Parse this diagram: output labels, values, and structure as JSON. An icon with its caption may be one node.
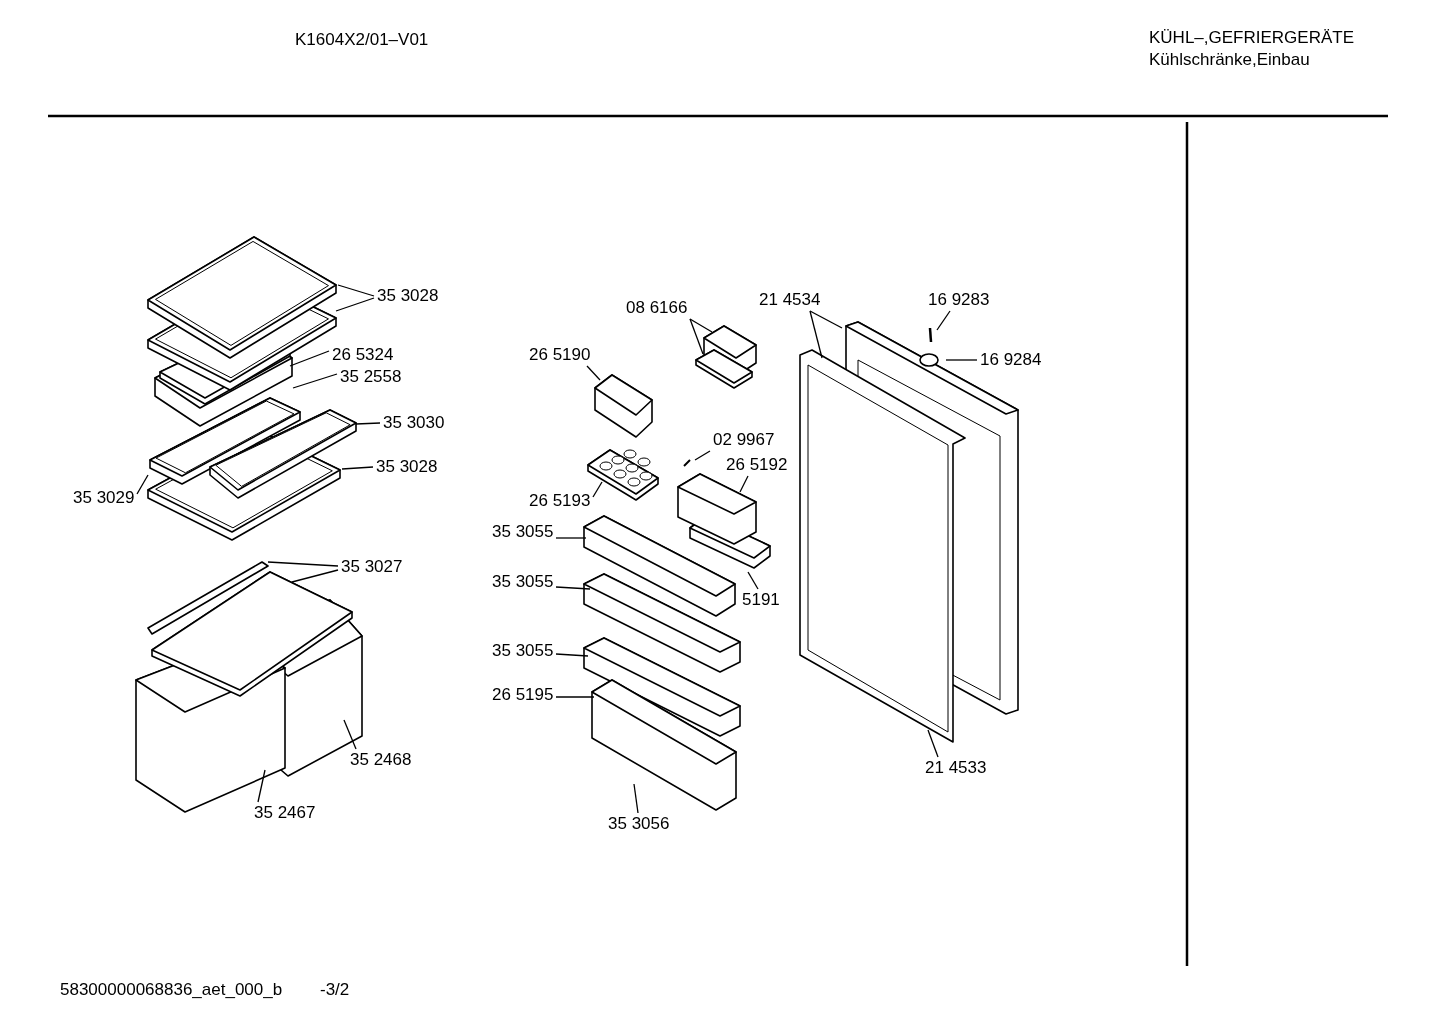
{
  "diagram": {
    "nodes": [
      {
        "text": [
          "35 3028"
        ]
      },
      {
        "text": [
          "26 5324"
        ]
      },
      {
        "text": [
          "35 2558"
        ]
      },
      {
        "text": [
          "35 3030"
        ]
      },
      {
        "text": [
          "35 3028"
        ]
      },
      {
        "text": [
          "35 3029"
        ]
      },
      {
        "text": [
          "35 3027"
        ]
      },
      {
        "text": [
          "35 2468"
        ]
      },
      {
        "text": [
          "35 2467"
        ]
      },
      {
        "text": [
          "08 6166"
        ]
      },
      {
        "text": [
          "21 4534"
        ]
      },
      {
        "text": [
          "16 9283"
        ]
      },
      {
        "text": [
          "16 9284"
        ]
      },
      {
        "text": [
          "26 5190"
        ]
      },
      {
        "text": [
          "02 9967"
        ]
      },
      {
        "text": [
          "26 5192"
        ]
      },
      {
        "text": [
          "26 5193"
        ]
      },
      {
        "text": [
          "35 3055"
        ]
      },
      {
        "text": [
          "5191"
        ]
      },
      {
        "text": [
          "35 3055"
        ]
      },
      {
        "text": [
          "35 3055"
        ]
      },
      {
        "text": [
          "26 5195"
        ]
      },
      {
        "text": [
          "21 4533"
        ]
      },
      {
        "text": [
          "35 3056"
        ]
      }
    ],
    "edges": [
      {
        "from": 0,
        "to": null,
        "arrow": "none"
      },
      {
        "from": 0,
        "to": null,
        "arrow": "none"
      },
      {
        "from": 1,
        "to": null,
        "arrow": "none"
      },
      {
        "from": 2,
        "to": null,
        "arrow": "none"
      },
      {
        "from": 3,
        "to": null,
        "arrow": "none"
      },
      {
        "from": 4,
        "to": null,
        "arrow": "none"
      },
      {
        "from": 5,
        "to": null,
        "arrow": "none"
      },
      {
        "from": 6,
        "to": null,
        "arrow": "none"
      },
      {
        "from": 6,
        "to": null,
        "arrow": "none"
      },
      {
        "from": 7,
        "to": null,
        "arrow": "none"
      },
      {
        "from": 8,
        "to": null,
        "arrow": "none"
      },
      {
        "from": 9,
        "to": null,
        "arrow": "none"
      },
      {
        "from": 9,
        "to": null,
        "arrow": "none"
      },
      {
        "from": 10,
        "to": null,
        "arrow": "none"
      },
      {
        "from": 10,
        "to": null,
        "arrow": "none"
      },
      {
        "from": 11,
        "to": null,
        "arrow": "none"
      },
      {
        "from": 12,
        "to": null,
        "arrow": "none"
      },
      {
        "from": 13,
        "to": null,
        "arrow": "none"
      },
      {
        "from": 14,
        "to": null,
        "arrow": "none"
      },
      {
        "from": 15,
        "to": null,
        "arrow": "none"
      },
      {
        "from": 16,
        "to": null,
        "arrow": "none"
      },
      {
        "from": 17,
        "to": null,
        "arrow": "none"
      },
      {
        "from": 18,
        "to": null,
        "arrow": "none"
      },
      {
        "from": 19,
        "to": null,
        "arrow": "none"
      },
      {
        "from": 20,
        "to": null,
        "arrow": "none"
      },
      {
        "from": 21,
        "to": null,
        "arrow": "none"
      },
      {
        "from": 22,
        "to": null,
        "arrow": "none"
      },
      {
        "from": 23,
        "to": null,
        "arrow": "none"
      }
    ],
    "labels": [
      "K1604X2/01–V01",
      "KÜHL–,GEFRIERGERÄTE",
      "Kühlschränke,Einbau",
      "58300000068836_aet_000_b",
      "-3/2"
    ]
  }
}
